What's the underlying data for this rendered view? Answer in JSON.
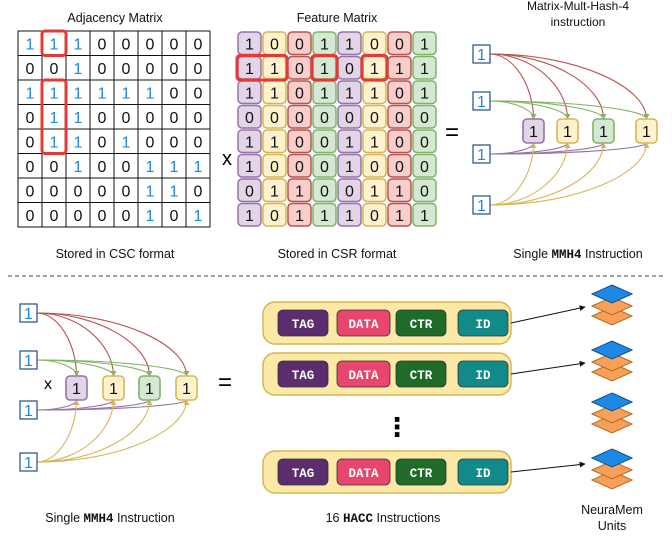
{
  "top": {
    "adjacency": {
      "title": "Adjacency Matrix",
      "caption": "Stored in CSC format",
      "rows": [
        [
          "1",
          "1",
          "1",
          "0",
          "0",
          "0",
          "0",
          "0"
        ],
        [
          "0",
          "0",
          "1",
          "0",
          "0",
          "0",
          "0",
          "0"
        ],
        [
          "1",
          "1",
          "1",
          "1",
          "1",
          "1",
          "0",
          "0"
        ],
        [
          "0",
          "1",
          "1",
          "0",
          "0",
          "0",
          "0",
          "0"
        ],
        [
          "0",
          "1",
          "1",
          "0",
          "1",
          "0",
          "0",
          "0"
        ],
        [
          "0",
          "0",
          "1",
          "0",
          "0",
          "1",
          "1",
          "1"
        ],
        [
          "0",
          "0",
          "0",
          "0",
          "0",
          "1",
          "1",
          "0"
        ],
        [
          "0",
          "0",
          "0",
          "0",
          "0",
          "1",
          "0",
          "1"
        ]
      ],
      "blue_cells": [
        [
          0,
          0
        ],
        [
          0,
          1
        ],
        [
          0,
          2
        ],
        [
          1,
          2
        ],
        [
          2,
          0
        ],
        [
          2,
          1
        ],
        [
          2,
          2
        ],
        [
          2,
          3
        ],
        [
          2,
          4
        ],
        [
          2,
          5
        ],
        [
          3,
          1
        ],
        [
          3,
          2
        ],
        [
          4,
          1
        ],
        [
          4,
          2
        ],
        [
          4,
          4
        ],
        [
          5,
          2
        ],
        [
          5,
          5
        ],
        [
          5,
          6
        ],
        [
          5,
          7
        ],
        [
          6,
          5
        ],
        [
          6,
          6
        ],
        [
          7,
          5
        ],
        [
          7,
          7
        ]
      ]
    },
    "times_symbol": "x",
    "feature": {
      "title": "Feature Matrix",
      "caption": "Stored in CSR format",
      "rows": [
        [
          "1",
          "0",
          "0",
          "1",
          "1",
          "0",
          "0",
          "1"
        ],
        [
          "1",
          "1",
          "0",
          "1",
          "0",
          "1",
          "1",
          "1"
        ],
        [
          "1",
          "1",
          "0",
          "1",
          "1",
          "1",
          "0",
          "1"
        ],
        [
          "0",
          "0",
          "0",
          "0",
          "0",
          "0",
          "0",
          "0"
        ],
        [
          "1",
          "1",
          "0",
          "0",
          "1",
          "1",
          "0",
          "0"
        ],
        [
          "1",
          "0",
          "0",
          "0",
          "1",
          "0",
          "0",
          "0"
        ],
        [
          "0",
          "1",
          "1",
          "0",
          "0",
          "1",
          "1",
          "0"
        ],
        [
          "1",
          "0",
          "1",
          "1",
          "1",
          "0",
          "1",
          "1"
        ]
      ],
      "column_colors": [
        "#e1d5e7",
        "#fff2cc",
        "#f8cecc",
        "#d5e8d4",
        "#e1d5e7",
        "#fff2cc",
        "#f8cecc",
        "#d5e8d4"
      ],
      "column_borders": [
        "#9673a6",
        "#d6b656",
        "#b85450",
        "#82b366",
        "#9673a6",
        "#d6b656",
        "#b85450",
        "#82b366"
      ]
    },
    "equals_symbol": "=",
    "mmh4": {
      "title_line1": "Matrix-Mult-Hash-4",
      "title_line2": "instruction",
      "inputs": [
        "1",
        "1",
        "1",
        "1"
      ],
      "outputs": [
        "1",
        "1",
        "1",
        "1"
      ],
      "caption_before": "Single ",
      "caption_code": "MMH4",
      "caption_after": " Instruction"
    }
  },
  "bottom": {
    "mmh4": {
      "times_symbol": "x",
      "inputs": [
        "1",
        "1",
        "1",
        "1"
      ],
      "outputs": [
        "1",
        "1",
        "1",
        "1"
      ],
      "caption_before": "Single ",
      "caption_code": "MMH4",
      "caption_after": " Instruction"
    },
    "equals_symbol": "=",
    "hacc": {
      "fields": [
        "TAG",
        "DATA",
        "CTR",
        "ID"
      ],
      "field_colors": [
        "#5c2d6e",
        "#e8466f",
        "#1e6b2a",
        "#138a8a"
      ],
      "ellipsis": "⋮",
      "caption_before": "16 ",
      "caption_code": "HACC",
      "caption_after": " Instructions"
    },
    "neuramem": {
      "caption_line1": "NeuraMem",
      "caption_line2": "Units"
    }
  },
  "colors": {
    "blue_digit": "#1e88e5",
    "highlight": "#e53935",
    "arrow_red": "#b85450",
    "arrow_green": "#82b366",
    "arrow_purple": "#9673a6",
    "arrow_gold": "#d6b656",
    "instr_bg": "#fde9a6",
    "instr_border": "#d6b656",
    "stack_blue": "#1e88e5",
    "stack_orange": "#f6a05a"
  }
}
